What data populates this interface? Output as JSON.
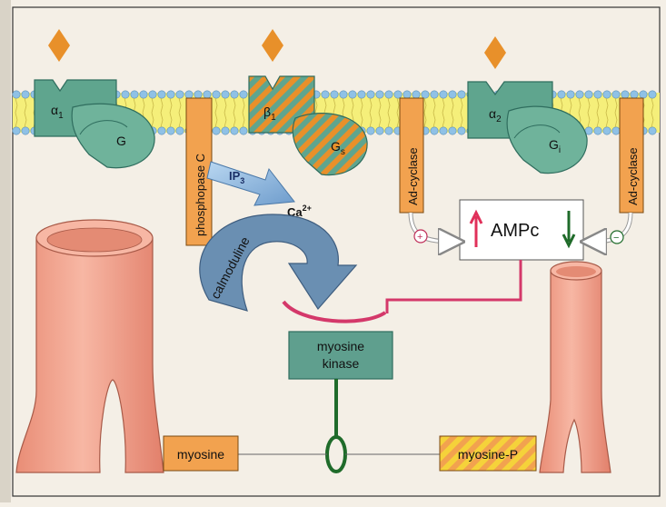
{
  "receptors": {
    "alpha1": {
      "label": "α",
      "sub": "1"
    },
    "g": {
      "label": "G"
    },
    "beta1": {
      "label": "β",
      "sub": "1"
    },
    "gs": {
      "label": "G",
      "sub": "s"
    },
    "alpha2": {
      "label": "α",
      "sub": "2"
    },
    "gi": {
      "label": "G",
      "sub": "i"
    }
  },
  "enzymes": {
    "phospholipase": "phosphopase C",
    "adcyclase_left": "Ad-cyclase",
    "adcyclase_right": "Ad-cyclase"
  },
  "messengers": {
    "ip3": {
      "label": "IP",
      "sub": "3"
    },
    "ca": {
      "label": "Ca",
      "sup": "2+"
    },
    "calmodulin": "calmoduline",
    "ampc": "AMPc",
    "plus": "+",
    "minus": "−"
  },
  "proteins": {
    "myosine_kinase_line1": "myosine",
    "myosine_kinase_line2": "kinase",
    "myosine": "myosine",
    "myosine_p": "myosine-P"
  },
  "colors": {
    "receptor": "#5fa58e",
    "receptor_dark": "#2f6d5e",
    "ligand": "#e8902a",
    "lipid_band": "#f5ef7a",
    "lipid_head": "#8fc1e6",
    "enzyme": "#f2a24f",
    "vessel": "#f2a48f",
    "calmodulin": "#6a8fb2",
    "link_red": "#d4386a",
    "link_green": "#1f6b2a",
    "box_green": "#5f9f8e"
  }
}
